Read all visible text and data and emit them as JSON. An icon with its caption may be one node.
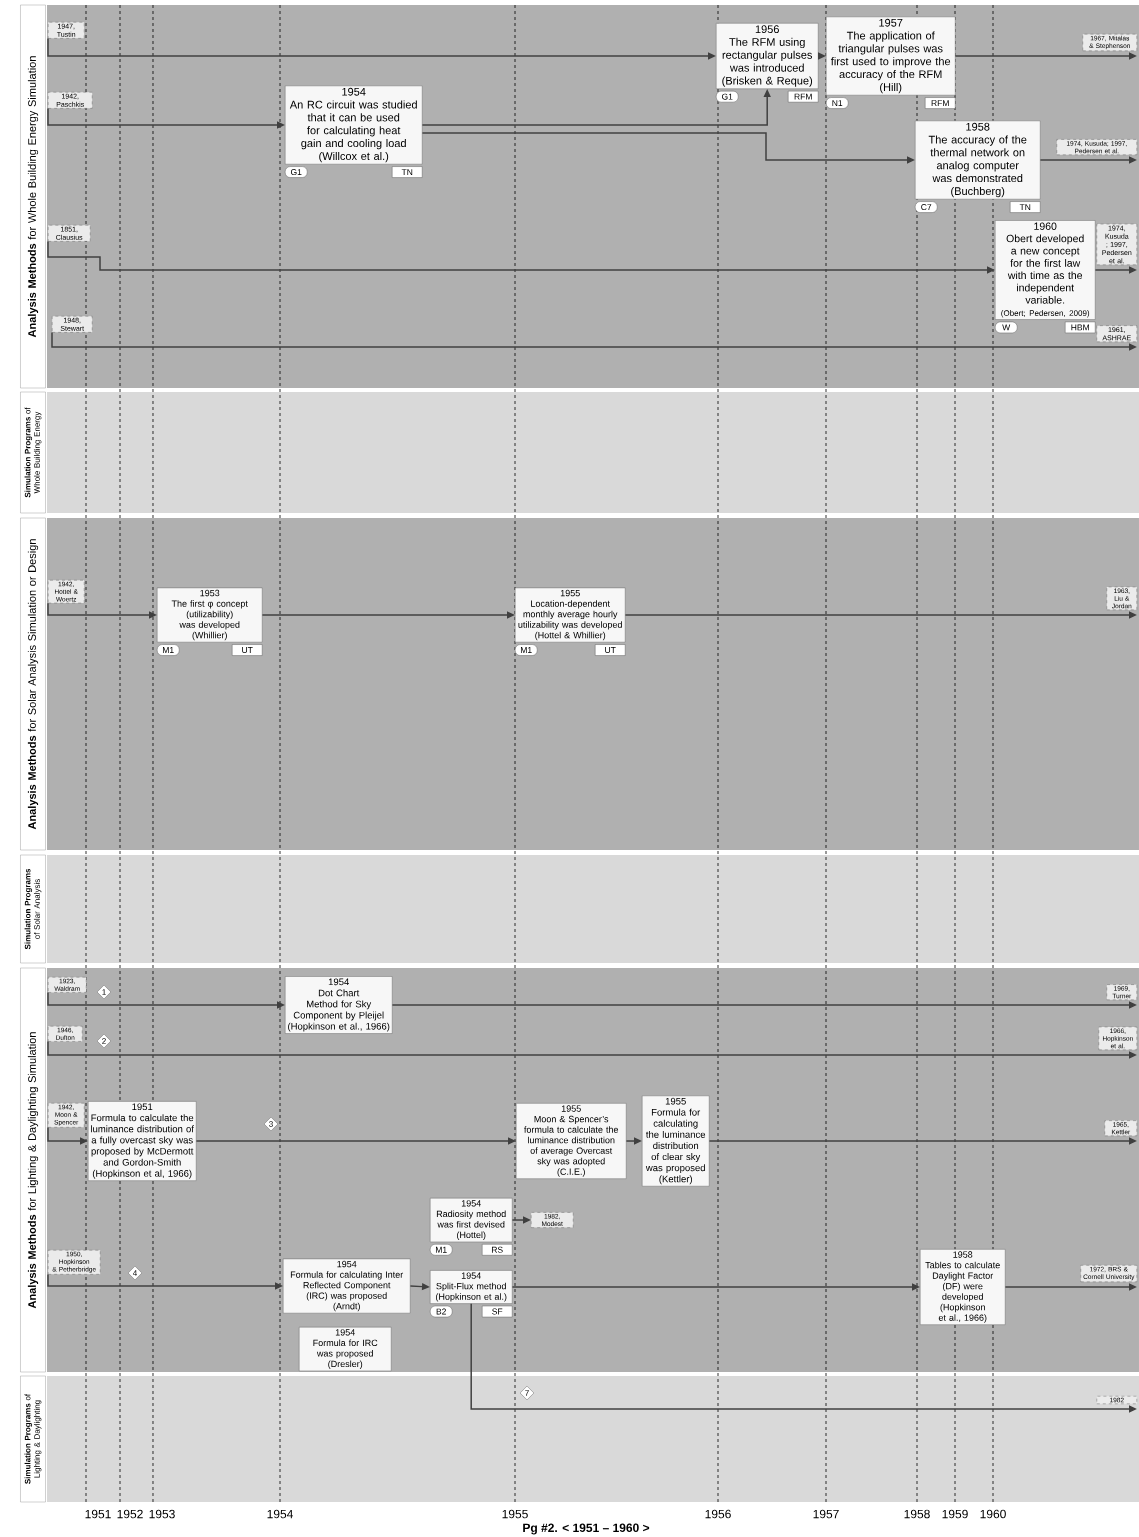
{
  "diagram": {
    "caption": "Pg #2. < 1951 – 1960 >",
    "nodes": [
      {
        "text": [
          "**Analysis Methods** for Whole Building Energy Simulation"
        ]
      },
      {
        "text": [
          "1947, Tustin"
        ]
      },
      {
        "text": [
          "1942, Paschkis"
        ]
      },
      {
        "text": [
          "1954",
          "An RC circuit was studied that it can be used for calculating heat gain and cooling load",
          "(Willcox et al.)"
        ]
      },
      {
        "text": [
          "G1"
        ]
      },
      {
        "text": [
          "TN"
        ]
      },
      {
        "text": [
          "1956",
          "The RFM using rectangular pulses was introduced",
          "(Brisken & Reque)"
        ]
      },
      {
        "text": [
          "G1"
        ]
      },
      {
        "text": [
          "RFM"
        ]
      },
      {
        "text": [
          "1957",
          "The application of triangular pulses was first used to improve the accuracy of the RFM",
          "(Hill)"
        ]
      },
      {
        "text": [
          "N1"
        ]
      },
      {
        "text": [
          "RFM"
        ]
      },
      {
        "text": [
          "1967, Mitalas & Stephenson"
        ]
      },
      {
        "text": [
          "1958",
          "The accuracy of the thermal network on analog computer was demonstrated",
          "(Buchberg)"
        ]
      },
      {
        "text": [
          "C7"
        ]
      },
      {
        "text": [
          "TN"
        ]
      },
      {
        "text": [
          "1974, Kusuda; 1997, Pedersen et al."
        ]
      },
      {
        "text": [
          "1851, Clausius"
        ]
      },
      {
        "text": [
          "1960",
          "Obert developed a new concept for the first law with time as the independent variable.",
          "(Obert; Pedersen, 2009)"
        ]
      },
      {
        "text": [
          "W"
        ]
      },
      {
        "text": [
          "HBM"
        ]
      },
      {
        "text": [
          "1974, Kusuda ; 1997, Pedersen et al."
        ]
      },
      {
        "text": [
          "1948, Stewart"
        ]
      },
      {
        "text": [
          "1961, ASHRAE"
        ]
      },
      {
        "text": [
          "**Simulation Programs** of Whole Building Energy"
        ]
      },
      {
        "text": [
          "**Analysis Methods** for Solar Analysis Simulation or Design"
        ]
      },
      {
        "text": [
          "1942, Hottel & Woertz"
        ]
      },
      {
        "text": [
          "1953",
          "The first φ concept (utilizability) was developed",
          "(Whillier)"
        ]
      },
      {
        "text": [
          "M1"
        ]
      },
      {
        "text": [
          "UT"
        ]
      },
      {
        "text": [
          "1955",
          "Location-dependent monthly average hourly utilizability was developed",
          "(Hottel & Whillier)"
        ]
      },
      {
        "text": [
          "M1"
        ]
      },
      {
        "text": [
          "UT"
        ]
      },
      {
        "text": [
          "1963, Liu & Jordan"
        ]
      },
      {
        "text": [
          "**Simulation Programs** of Solar Analysis"
        ]
      },
      {
        "text": [
          "**Analysis Methods** for Lighting & Daylighting Simulation"
        ]
      },
      {
        "text": [
          "1923, Waldram"
        ]
      },
      {
        "text": [
          "1"
        ]
      },
      {
        "text": [
          "1954",
          "Dot Chart Method for Sky Component by Pleijel",
          "(Hopkinson et al., 1966)"
        ]
      },
      {
        "text": [
          "1969, Turner"
        ]
      },
      {
        "text": [
          "1946, Dufton"
        ]
      },
      {
        "text": [
          "2"
        ]
      },
      {
        "text": [
          "1966, Hopkinson et al."
        ]
      },
      {
        "text": [
          "1942, Moon & Spencer"
        ]
      },
      {
        "text": [
          "1951",
          "Formula to calculate the luminance distribution of a fully overcast sky was proposed by McDermott and Gordon-Smith",
          "(Hopkinson et al, 1966)"
        ]
      },
      {
        "text": [
          "3"
        ]
      },
      {
        "text": [
          "1955",
          "Moon & Spencer’s formula to calculate the luminance distribution of average Overcast sky was adopted",
          "(C.I.E.)"
        ]
      },
      {
        "text": [
          "1955",
          "Formula for calculating the luminance distribution of clear sky was proposed",
          "(Kettler)"
        ]
      },
      {
        "text": [
          "1965, Kettler"
        ]
      },
      {
        "text": [
          "1954",
          "Radiosity method was first devised",
          "(Hottel)"
        ]
      },
      {
        "text": [
          "M1"
        ]
      },
      {
        "text": [
          "RS"
        ]
      },
      {
        "text": [
          "1982, Modest"
        ]
      },
      {
        "text": [
          "1950, Hopkinson & Petherbridge"
        ]
      },
      {
        "text": [
          "4"
        ]
      },
      {
        "text": [
          "1954",
          "Formula for calculating Inter Reflected Component (IRC) was proposed",
          "(Arndt)"
        ]
      },
      {
        "text": [
          "1954",
          "Split-Flux method",
          "(Hopkinson et al.)"
        ]
      },
      {
        "text": [
          "B2"
        ]
      },
      {
        "text": [
          "SF"
        ]
      },
      {
        "text": [
          "1958",
          "Tables to calculate Daylight Factor (DF) were developed",
          "(Hopkinson et al., 1966)"
        ]
      },
      {
        "text": [
          "1972, BRS & Cornell University"
        ]
      },
      {
        "text": [
          "1954",
          "Formula for IRC was proposed",
          "(Dresler)"
        ]
      },
      {
        "text": [
          "**Simulation Programs** of Lighting & Daylighting"
        ]
      },
      {
        "text": [
          "7"
        ]
      },
      {
        "text": [
          "1982"
        ]
      }
    ],
    "edges": [
      {
        "from": 1,
        "to": 6,
        "arrow": "to"
      },
      {
        "from": 6,
        "to": 9,
        "arrow": "to"
      },
      {
        "from": 9,
        "to": 12,
        "arrow": "to"
      },
      {
        "from": 2,
        "to": 3,
        "arrow": "to"
      },
      {
        "from": 3,
        "to": 6,
        "arrow": "to"
      },
      {
        "from": 3,
        "to": 13,
        "arrow": "to"
      },
      {
        "from": 13,
        "to": 16,
        "arrow": "to"
      },
      {
        "from": 17,
        "to": 18,
        "arrow": "to"
      },
      {
        "from": 18,
        "to": 21,
        "arrow": "to"
      },
      {
        "from": 22,
        "to": 23,
        "arrow": "to"
      },
      {
        "from": 26,
        "to": 27,
        "arrow": "to"
      },
      {
        "from": 27,
        "to": 30,
        "arrow": "to"
      },
      {
        "from": 30,
        "to": 33,
        "arrow": "to"
      },
      {
        "from": 36,
        "to": 38,
        "arrow": "to"
      },
      {
        "from": 38,
        "to": 39,
        "arrow": "to"
      },
      {
        "from": 40,
        "to": 42,
        "arrow": "to"
      },
      {
        "from": 43,
        "to": 44,
        "arrow": "to"
      },
      {
        "from": 44,
        "to": 46,
        "arrow": "to"
      },
      {
        "from": 46,
        "to": 47,
        "arrow": "to"
      },
      {
        "from": 47,
        "to": 48,
        "arrow": "to"
      },
      {
        "from": 49,
        "to": 52,
        "arrow": "to"
      },
      {
        "from": 53,
        "to": 55,
        "arrow": "to"
      },
      {
        "from": 55,
        "to": 56,
        "arrow": "to"
      },
      {
        "from": 56,
        "to": 59,
        "arrow": "to"
      },
      {
        "from": 59,
        "to": 60,
        "arrow": "to"
      },
      {
        "from": 56,
        "to": 64,
        "arrow": "to"
      }
    ],
    "labels": [
      "1951",
      "1952",
      "1953",
      "1954",
      "1955",
      "1956",
      "1957",
      "1958",
      "1959",
      "1960"
    ]
  }
}
